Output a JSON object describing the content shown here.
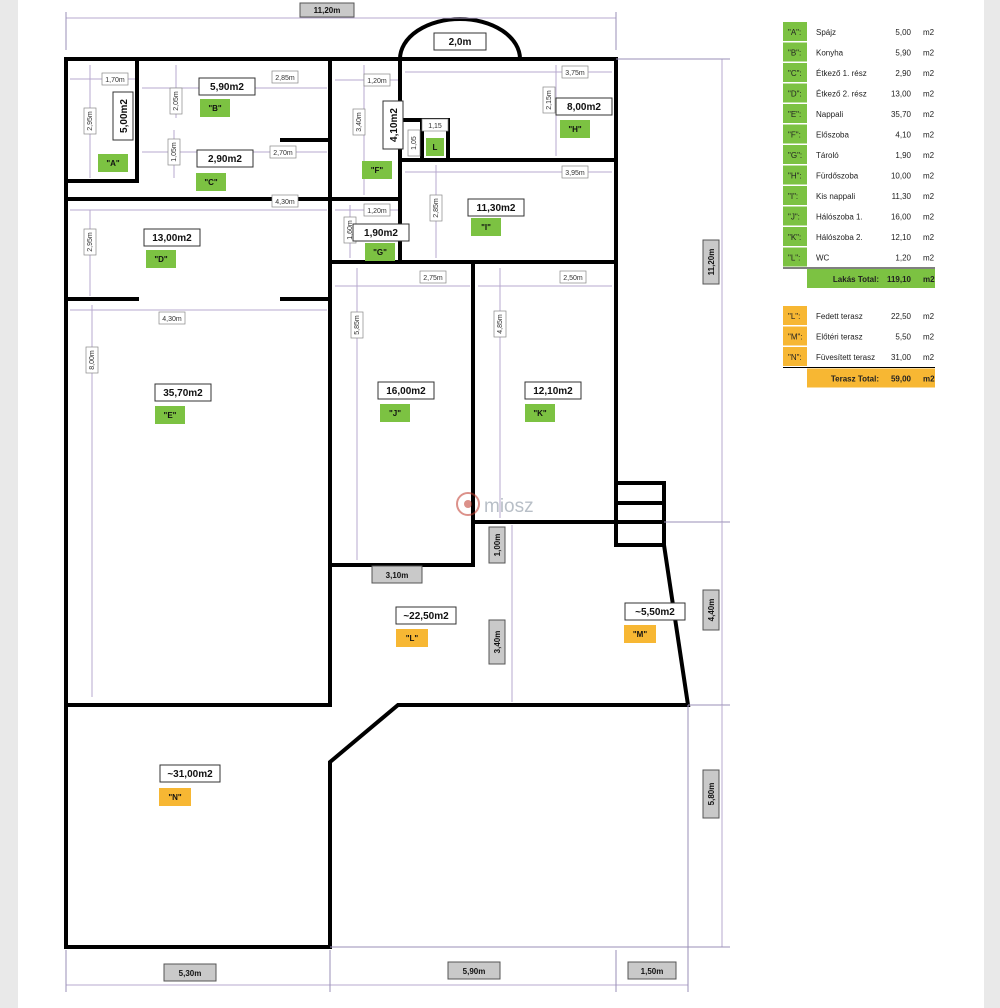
{
  "plan": {
    "overall_width": "11,20m",
    "overall_height": "11,20m",
    "bay_area": "2,0m",
    "bottom_dims": [
      "5,30m",
      "5,90m",
      "1,50m"
    ],
    "right_dims": [
      "4,40m",
      "5,80m"
    ],
    "rooms": [
      {
        "id": "A",
        "area": "5,00m2",
        "letter": "\"A\"",
        "dims": [
          "1,70m",
          "2,95m"
        ]
      },
      {
        "id": "B",
        "area": "5,90m2",
        "letter": "\"B\"",
        "dims": [
          "2,85m",
          "2,05m"
        ]
      },
      {
        "id": "C",
        "area": "2,90m2",
        "letter": "\"C\"",
        "dims": [
          "2,70m",
          "1,05m"
        ]
      },
      {
        "id": "D",
        "area": "13,00m2",
        "letter": "\"D\"",
        "dims": [
          "4,30m",
          "2,95m"
        ]
      },
      {
        "id": "E",
        "area": "35,70m2",
        "letter": "\"E\"",
        "dims": [
          "4,30m",
          "8,00m"
        ]
      },
      {
        "id": "F",
        "area": "4,10m2",
        "letter": "\"F\"",
        "dims": [
          "1,20m",
          "3,40m"
        ]
      },
      {
        "id": "G",
        "area": "1,90m2",
        "letter": "\"G\"",
        "dims": [
          "1,20m",
          "1,60m"
        ]
      },
      {
        "id": "H",
        "area": "8,00m2",
        "letter": "\"H\"",
        "dims": [
          "3,75m",
          "2,15m"
        ]
      },
      {
        "id": "I",
        "area": "11,30m2",
        "letter": "\"I\"",
        "dims": [
          "3,95m",
          "2,85m"
        ]
      },
      {
        "id": "J",
        "area": "16,00m2",
        "letter": "\"J\"",
        "dims": [
          "2,75m",
          "5,85m"
        ]
      },
      {
        "id": "K",
        "area": "12,10m2",
        "letter": "\"K\"",
        "dims": [
          "2,50m",
          "4,85m"
        ]
      },
      {
        "id": "L",
        "area": "",
        "letter": "L",
        "dims": [
          "1,15",
          "1,05"
        ]
      }
    ],
    "terraces": [
      {
        "id": "L",
        "area": "~22,50m2",
        "letter": "\"L\"",
        "dims": [
          "3,10m",
          "1,00m",
          "3,40m"
        ]
      },
      {
        "id": "M",
        "area": "~5,50m2",
        "letter": "\"M\""
      },
      {
        "id": "N",
        "area": "~31,00m2",
        "letter": "\"N\""
      }
    ]
  },
  "legend": {
    "rooms": [
      {
        "key": "\"A\":",
        "name": "Spájz",
        "value": "5,00",
        "unit": "m2"
      },
      {
        "key": "\"B\":",
        "name": "Konyha",
        "value": "5,90",
        "unit": "m2"
      },
      {
        "key": "\"C\":",
        "name": "Étkező 1. rész",
        "value": "2,90",
        "unit": "m2"
      },
      {
        "key": "\"D\":",
        "name": "Étkező 2. rész",
        "value": "13,00",
        "unit": "m2"
      },
      {
        "key": "\"E\":",
        "name": "Nappali",
        "value": "35,70",
        "unit": "m2"
      },
      {
        "key": "\"F\":",
        "name": "Előszoba",
        "value": "4,10",
        "unit": "m2"
      },
      {
        "key": "\"G\":",
        "name": "Tároló",
        "value": "1,90",
        "unit": "m2"
      },
      {
        "key": "\"H\":",
        "name": "Fürdőszoba",
        "value": "10,00",
        "unit": "m2"
      },
      {
        "key": "\"I\":",
        "name": "Kis nappali",
        "value": "11,30",
        "unit": "m2"
      },
      {
        "key": "\"J\":",
        "name": "Hálószoba 1.",
        "value": "16,00",
        "unit": "m2"
      },
      {
        "key": "\"K\":",
        "name": "Hálószoba 2.",
        "value": "12,10",
        "unit": "m2"
      },
      {
        "key": "\"L\":",
        "name": "WC",
        "value": "1,20",
        "unit": "m2"
      }
    ],
    "rooms_total": {
      "label": "Lakás Total:",
      "value": "119,10",
      "unit": "m2"
    },
    "terraces": [
      {
        "key": "\"L\":",
        "name": "Fedett terasz",
        "value": "22,50",
        "unit": "m2"
      },
      {
        "key": "\"M\":",
        "name": "Előtéri terasz",
        "value": "5,50",
        "unit": "m2"
      },
      {
        "key": "\"N\":",
        "name": "Füvesített terasz",
        "value": "31,00",
        "unit": "m2"
      }
    ],
    "terraces_total": {
      "label": "Terasz Total:",
      "value": "59,00",
      "unit": "m2"
    }
  },
  "watermark": "miosz",
  "colors": {
    "room_tag": "#7cc242",
    "terrace_tag": "#f7b733",
    "dim_line": "#b7a9cf",
    "wall": "#000000"
  }
}
